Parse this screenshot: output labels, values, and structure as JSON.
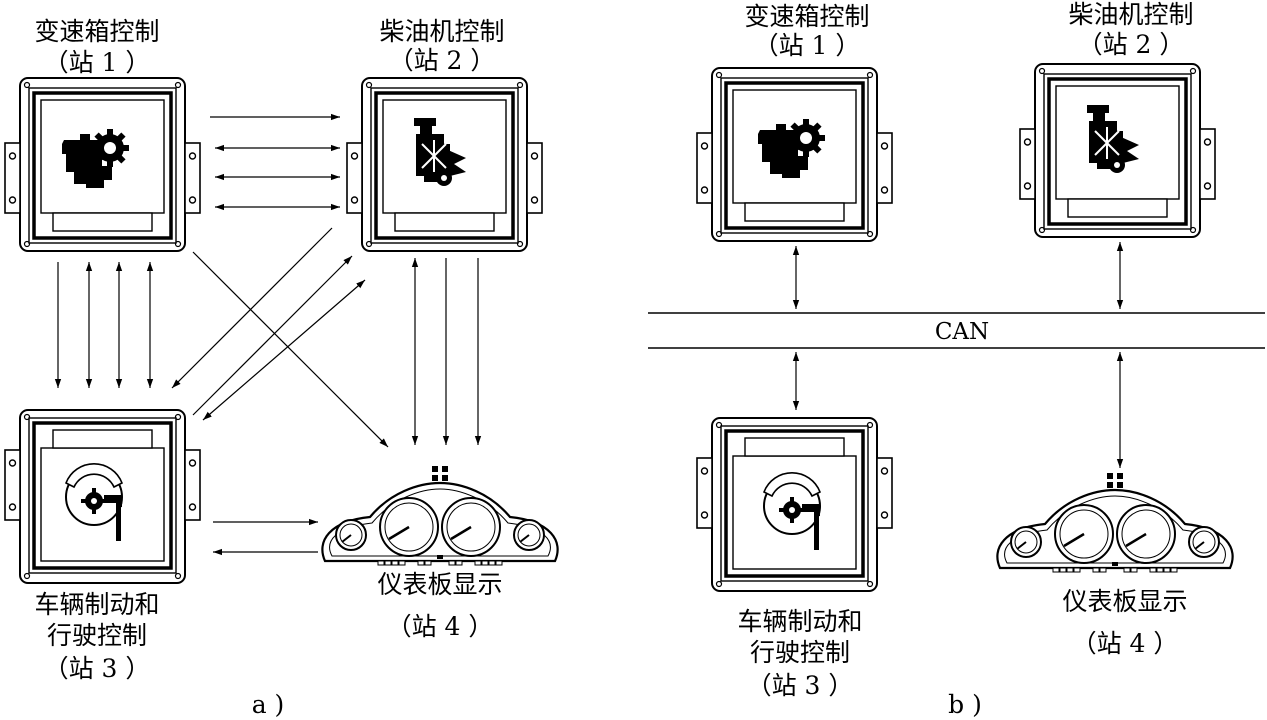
{
  "diagram": {
    "panel_a": {
      "caption": "a )",
      "station1": {
        "name": "变速箱控制",
        "num": "（站 1 ）"
      },
      "station2": {
        "name": "柴油机控制",
        "num": "（站 2 ）"
      },
      "station3": {
        "name_line1": "车辆制动和",
        "name_line2": "行驶控制",
        "num": "（站 3 ）"
      },
      "station4": {
        "name": "仪表板显示",
        "num": "（站 4 ）"
      }
    },
    "panel_b": {
      "caption": "b )",
      "bus_label": "CAN",
      "station1": {
        "name": "变速箱控制",
        "num": "（站 1 ）"
      },
      "station2": {
        "name": "柴油机控制",
        "num": "（站 2 ）"
      },
      "station3": {
        "name_line1": "车辆制动和",
        "name_line2": "行驶控制",
        "num": "（站 3 ）"
      },
      "station4": {
        "name": "仪表板显示",
        "num": "（站 4 ）"
      }
    },
    "icons": {
      "gearbox": "gearbox-icon",
      "engine": "engine-icon",
      "brake": "brake-icon",
      "dashboard": "instrument-cluster-icon"
    }
  }
}
